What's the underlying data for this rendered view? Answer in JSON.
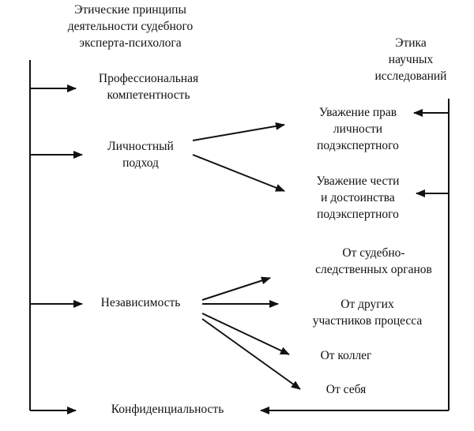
{
  "diagram": {
    "title_left": [
      "Этические принципы",
      "деятельности судебного",
      "эксперта-психолога"
    ],
    "title_right": [
      "Этика",
      "научных",
      "исследований"
    ],
    "nodes": {
      "professional": [
        "Профессиональная",
        "компетентность"
      ],
      "personal": [
        "Личностный",
        "подход"
      ],
      "respect_rights": [
        "Уважение прав",
        "личности",
        "подэкспертного"
      ],
      "respect_honor": [
        "Уважение чести",
        "и достоинства",
        "подэкспертного"
      ],
      "independence": [
        "Независимость"
      ],
      "from_judicial": [
        "От судебно-",
        "следственных  органов"
      ],
      "from_participants": [
        "От других",
        "участников процесса"
      ],
      "from_colleagues": [
        "От коллег"
      ],
      "from_self": [
        "От себя"
      ],
      "confidentiality": [
        "Конфиденциальность"
      ]
    }
  },
  "colors": {
    "ink": "#111111",
    "background": "#ffffff"
  }
}
